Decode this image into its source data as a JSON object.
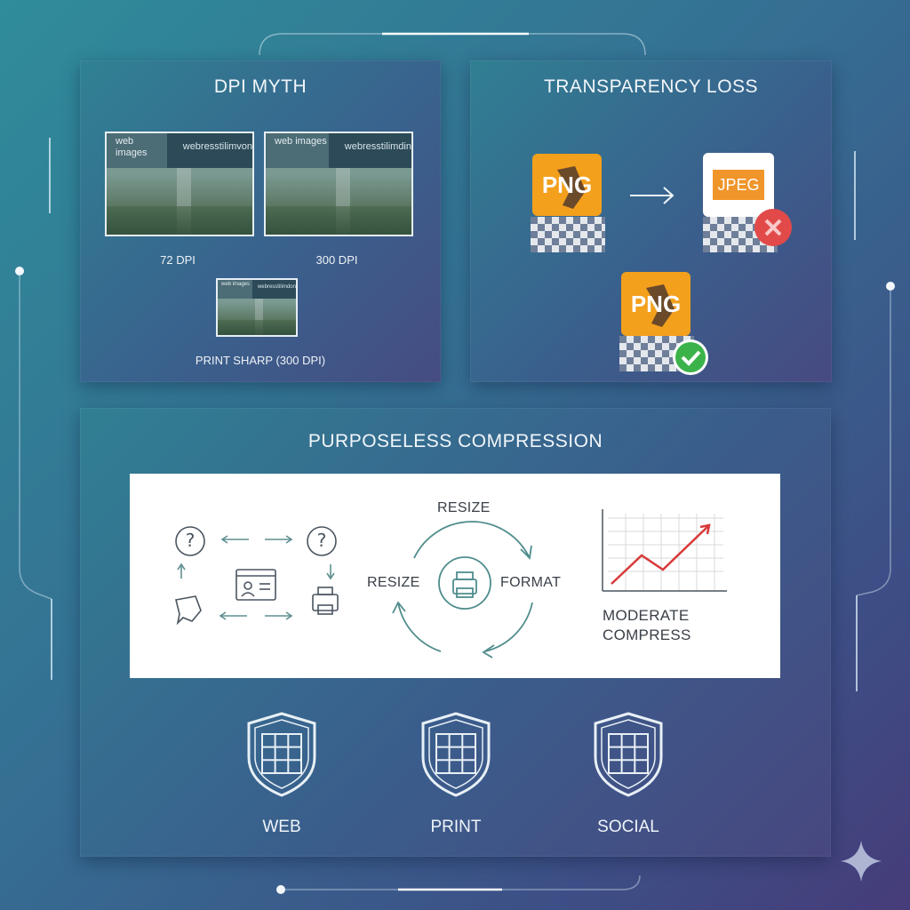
{
  "panels": {
    "dpi": {
      "title": "DPI MYTH",
      "thumb_left": {
        "label": "web images",
        "res_text": "webresstilimvon"
      },
      "thumb_right": {
        "label": "web images",
        "res_text": "webresstilimdin"
      },
      "thumb_small": {
        "label": "web images",
        "res_text": "webresstilimdon"
      },
      "label_left": "72 DPI",
      "label_right": "300 DPI",
      "label_bottom": "PRINT SHARP (300 DPI)"
    },
    "transparency": {
      "title": "TRANSPARENCY LOSS",
      "png_label": "PNG",
      "jpeg_label": "JPEG",
      "png_result_label": "PNG"
    },
    "compression": {
      "title": "PURPOSELESS COMPRESSION",
      "cycle_top": "RESIZE",
      "cycle_left": "RESIZE",
      "cycle_right": "FORMAT",
      "chart_caption_line1": "MODERATE",
      "chart_caption_line2": "COMPRESS",
      "shields": [
        "WEB",
        "PRINT",
        "SOCIAL"
      ]
    }
  },
  "colors": {
    "png_orange": "#f3a01c",
    "jpeg_orange": "#f0952a",
    "error_red": "#e24a4a",
    "success_green": "#3bb34a",
    "diagram_teal": "#4f8c8c",
    "chart_red": "#d83a3a"
  }
}
